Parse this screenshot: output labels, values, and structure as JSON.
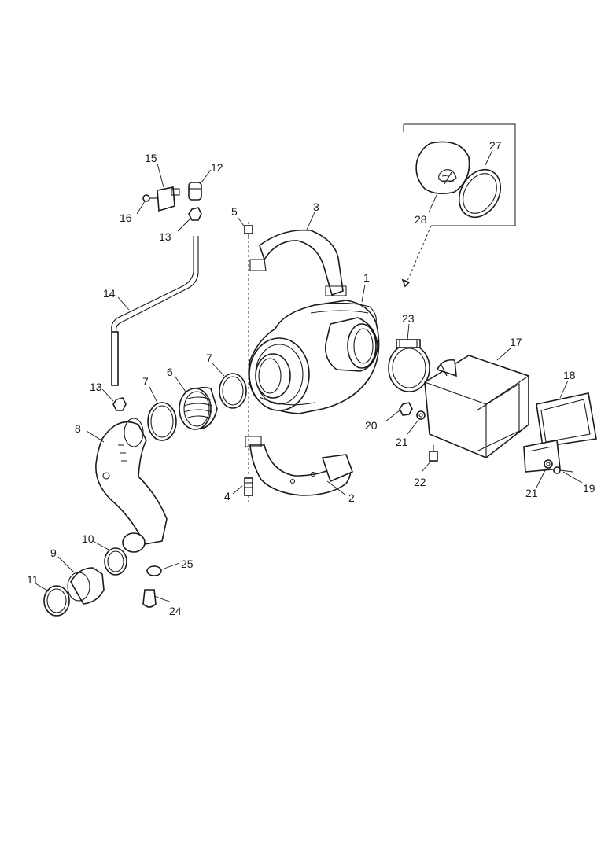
{
  "diagram": {
    "callouts": [
      {
        "id": "c1",
        "label": "1"
      },
      {
        "id": "c2",
        "label": "2"
      },
      {
        "id": "c3",
        "label": "3"
      },
      {
        "id": "c4",
        "label": "4"
      },
      {
        "id": "c5",
        "label": "5"
      },
      {
        "id": "c6",
        "label": "6"
      },
      {
        "id": "c7a",
        "label": "7"
      },
      {
        "id": "c7b",
        "label": "7"
      },
      {
        "id": "c8",
        "label": "8"
      },
      {
        "id": "c9",
        "label": "9"
      },
      {
        "id": "c10",
        "label": "10"
      },
      {
        "id": "c11",
        "label": "11"
      },
      {
        "id": "c12",
        "label": "12"
      },
      {
        "id": "c13a",
        "label": "13"
      },
      {
        "id": "c13b",
        "label": "13"
      },
      {
        "id": "c14",
        "label": "14"
      },
      {
        "id": "c15",
        "label": "15"
      },
      {
        "id": "c16",
        "label": "16"
      },
      {
        "id": "c17",
        "label": "17"
      },
      {
        "id": "c18",
        "label": "18"
      },
      {
        "id": "c19",
        "label": "19"
      },
      {
        "id": "c20",
        "label": "20"
      },
      {
        "id": "c21a",
        "label": "21"
      },
      {
        "id": "c21b",
        "label": "21"
      },
      {
        "id": "c22",
        "label": "22"
      },
      {
        "id": "c23",
        "label": "23"
      },
      {
        "id": "c24",
        "label": "24"
      },
      {
        "id": "c25",
        "label": "25"
      },
      {
        "id": "c27",
        "label": "27"
      },
      {
        "id": "c28",
        "label": "28"
      }
    ]
  }
}
